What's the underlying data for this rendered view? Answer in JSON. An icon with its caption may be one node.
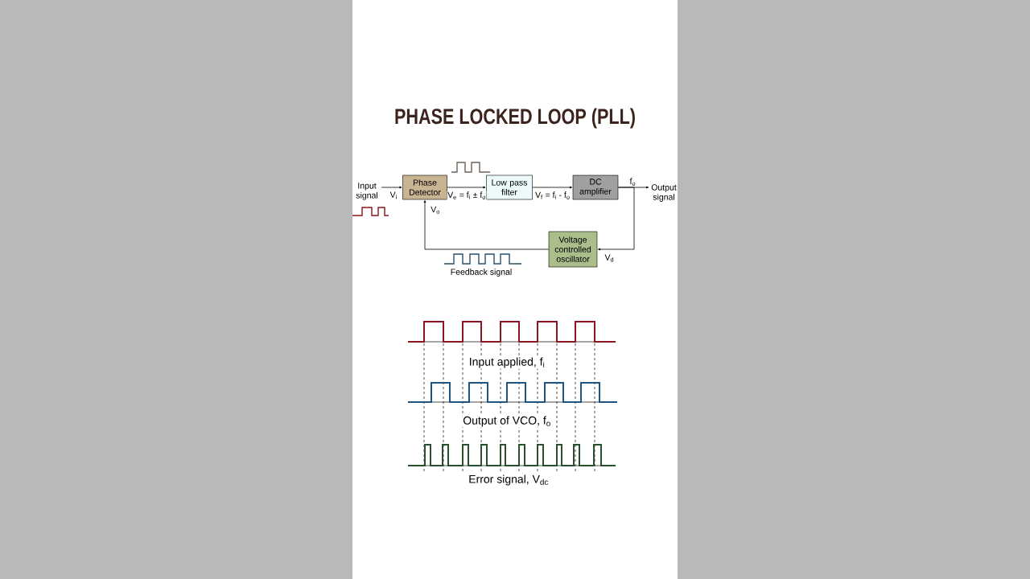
{
  "diagram": {
    "title": "PHASE LOCKED LOOP (PLL)",
    "nodes": [
      {
        "text": [
          "Input signal"
        ]
      },
      {
        "text": [
          "Phase Detector"
        ]
      },
      {
        "text": [
          "Low pass filter"
        ]
      },
      {
        "text": [
          "DC amplifier"
        ]
      },
      {
        "text": [
          "Output signal"
        ]
      },
      {
        "text": [
          "Voltage controlled oscillator"
        ]
      }
    ],
    "edges": [
      {
        "from": 0,
        "to": 1,
        "arrow": "to",
        "label": "V$_{i}$"
      },
      {
        "from": 1,
        "to": 2,
        "arrow": "to",
        "label": "V$_{e}$ = f$_{i}$ ± f$_{o}$"
      },
      {
        "from": 2,
        "to": 3,
        "arrow": "to",
        "label": "V$_{f}$ = f$_{i}$ - f$_{o}$"
      },
      {
        "from": 3,
        "to": 4,
        "arrow": "to",
        "label": "f$_{o}$"
      },
      {
        "from": 3,
        "to": 5,
        "arrow": "to",
        "label": "V$_{d}$"
      },
      {
        "from": 5,
        "to": 1,
        "arrow": "to",
        "label": "V$_{o}$"
      }
    ],
    "labels": [
      "Feedback signal",
      "Input applied, f$_{i}$",
      "Output of VCO, f$_{o}$",
      "Error signal, V$_{dc}$"
    ]
  }
}
